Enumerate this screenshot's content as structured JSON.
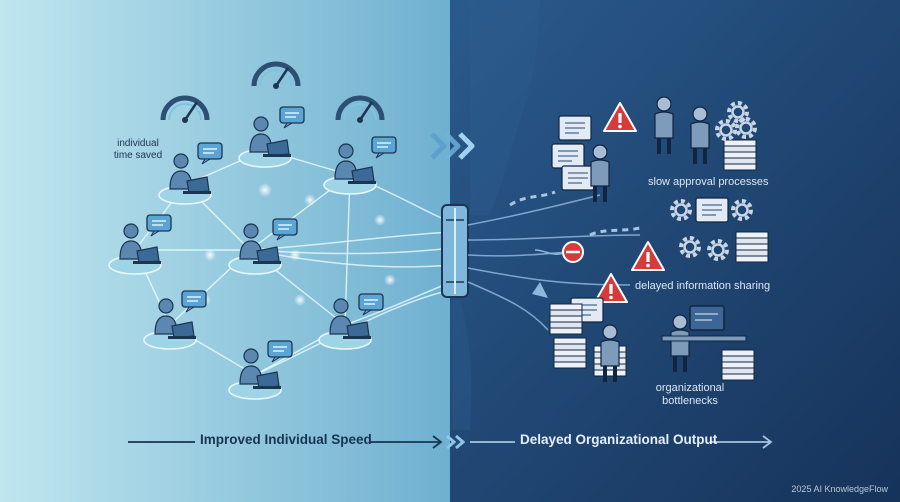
{
  "left_panel": {
    "annotation": "individual time saved",
    "caption": "Improved Individual Speed"
  },
  "right_panel": {
    "labels": {
      "approval": "slow approval processes",
      "sharing": "delayed information sharing",
      "bottlenecks": "organizational bottlenecks"
    },
    "caption": "Delayed Organizational Output"
  },
  "footer": "2025 AI KnowledgeFlow",
  "colors": {
    "left_bg": "#bfe6ef",
    "right_bg": "#1d416e",
    "warning": "#d63b3b",
    "accent": "#4a90c8"
  }
}
